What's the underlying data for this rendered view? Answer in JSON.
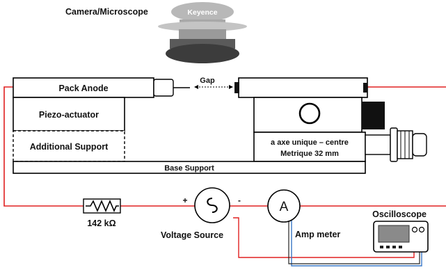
{
  "labels": {
    "camera": "Camera/Microscope",
    "keyence": "Keyence",
    "gap": "Gap",
    "pack_anode": "Pack Anode",
    "piezo": "Piezo-actuator",
    "additional_support": "Additional Support",
    "stage_line1": "a axe unique – centre",
    "stage_line2": "Metrique 32 mm",
    "base_support": "Base Support",
    "resistor": "142 kΩ",
    "voltage_source": "Voltage Source",
    "plus": "+",
    "minus": "-",
    "ammeter_symbol": "A",
    "amp_meter": "Amp meter",
    "oscilloscope": "Oscilloscope"
  },
  "colors": {
    "wire_red": "#e02020",
    "wire_blue": "#3a78c8",
    "camera_light": "#b8b8b8",
    "camera_dark": "#3c3c3c",
    "scope_screen": "#8a8a8a"
  }
}
